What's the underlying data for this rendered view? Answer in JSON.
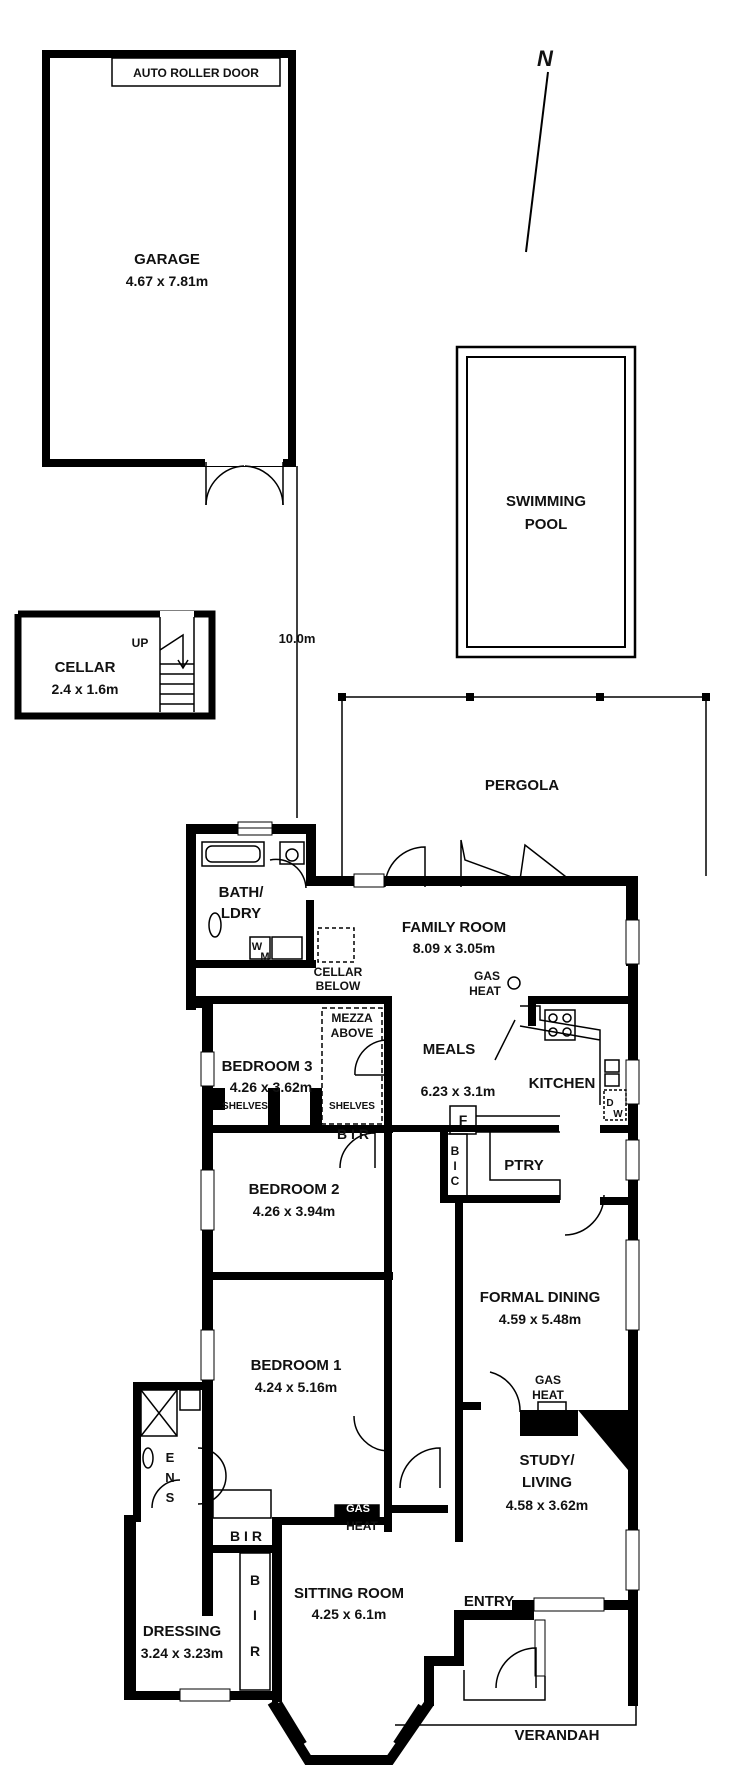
{
  "compass": {
    "north_label": "N"
  },
  "garage": {
    "name": "GARAGE",
    "dims": "4.67 x 7.81m",
    "door_label": "AUTO ROLLER DOOR"
  },
  "pool": {
    "line1": "SWIMMING",
    "line2": "POOL"
  },
  "cellar": {
    "name": "CELLAR",
    "dims": "2.4 x 1.6m",
    "stair_label": "UP"
  },
  "distance_label": "10.0m",
  "pergola": {
    "name": "PERGOLA"
  },
  "bath_laundry": {
    "line1": "BATH/",
    "line2": "LDRY",
    "wm_w": "W",
    "wm_m": "M"
  },
  "cellar_below": {
    "line1": "CELLAR",
    "line2": "BELOW"
  },
  "family_room": {
    "name": "FAMILY ROOM",
    "dims": "8.09 x 3.05m"
  },
  "gas_heat_family": {
    "line1": "GAS",
    "line2": "HEAT"
  },
  "mezzanine": {
    "line1": "MEZZA",
    "line2": "ABOVE"
  },
  "meals": {
    "name": "MEALS",
    "dims": "6.23 x 3.1m"
  },
  "kitchen": {
    "name": "KITCHEN",
    "dw_d": "D",
    "dw_w": "W"
  },
  "bedroom3": {
    "name": "BEDROOM 3",
    "dims": "4.26 x 3.62m",
    "shelves_left": "SHELVES",
    "shelves_right": "SHELVES",
    "bir": "B I R"
  },
  "fridge": "F",
  "bic": {
    "line1": "B",
    "line2": "I",
    "line3": "C"
  },
  "pantry": "PTRY",
  "bedroom2": {
    "name": "BEDROOM 2",
    "dims": "4.26 x 3.94m"
  },
  "formal_dining": {
    "name": "FORMAL DINING",
    "dims": "4.59 x 5.48m"
  },
  "gas_heat_dining": {
    "line1": "GAS",
    "line2": "HEAT"
  },
  "bedroom1": {
    "name": "BEDROOM 1",
    "dims": "4.24 x 5.16m"
  },
  "ensuite": {
    "line1": "E",
    "line2": "N",
    "line3": "S"
  },
  "gas_heat_sitting": {
    "line1": "GAS",
    "line2": "HEAT"
  },
  "study_living": {
    "line1": "STUDY/",
    "line2": "LIVING",
    "dims": "4.58 x 3.62m"
  },
  "bir_bed1": "B I R",
  "dressing": {
    "name": "DRESSING",
    "dims": "3.24 x 3.23m",
    "bir1": "B",
    "bir2": "I",
    "bir3": "R"
  },
  "sitting_room": {
    "name": "SITTING ROOM",
    "dims": "4.25 x 6.1m"
  },
  "entry": "ENTRY",
  "verandah": "VERANDAH"
}
